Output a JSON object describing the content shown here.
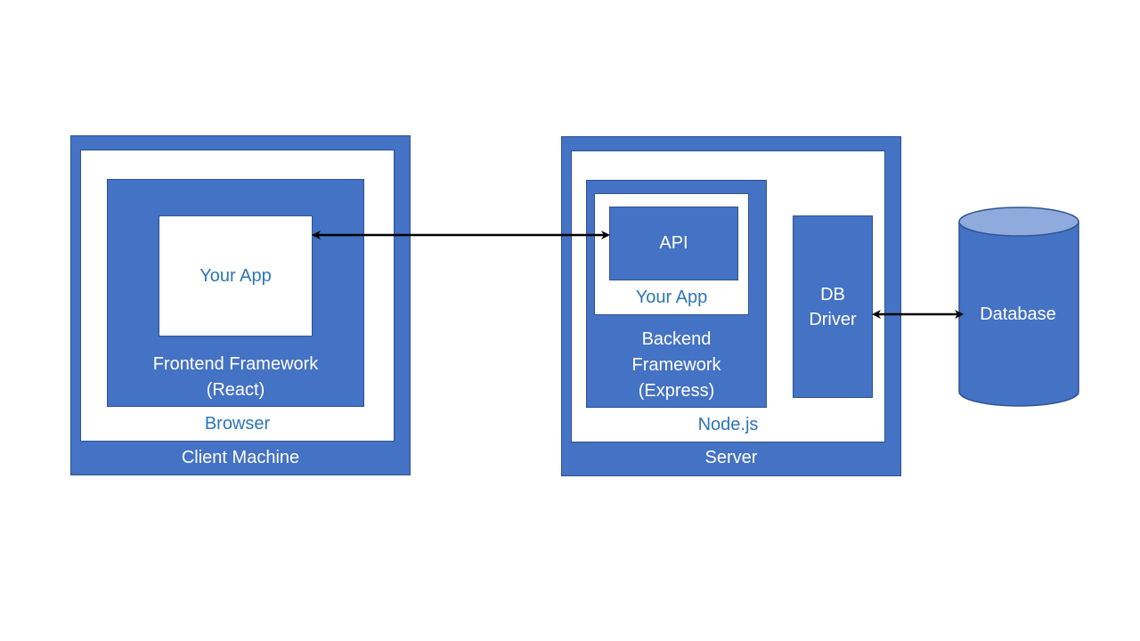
{
  "client": {
    "machine_label": "Client Machine",
    "browser_label": "Browser",
    "framework_line1": "Frontend Framework",
    "framework_line2": "(React)",
    "app_label": "Your App"
  },
  "server": {
    "server_label": "Server",
    "runtime_label": "Node.js",
    "backend_line1": "Backend",
    "backend_line2": "Framework",
    "backend_line3": "(Express)",
    "app_label": "Your App",
    "api_label": "API",
    "driver_line1": "DB",
    "driver_line2": "Driver"
  },
  "database": {
    "label": "Database"
  },
  "colors": {
    "box_fill": "#4472C4",
    "box_border": "#2F528F",
    "cylinder_top": "#8FAADC",
    "blue_text": "#2E75B6",
    "arrow": "#000000"
  }
}
